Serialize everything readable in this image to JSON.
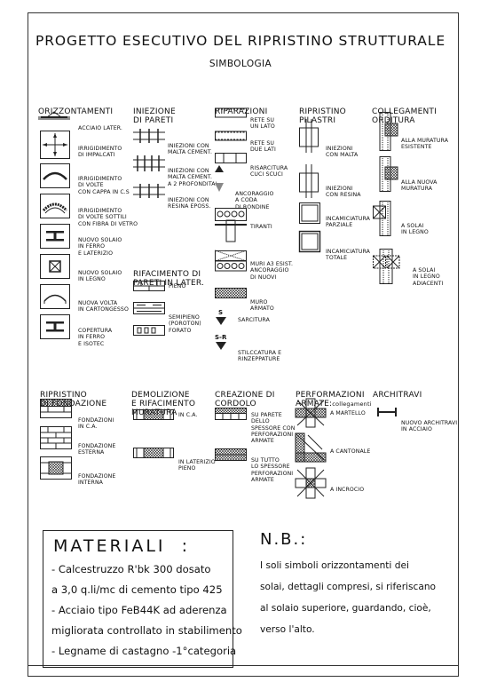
{
  "title": "PROGETTO ESECUTIVO DEL RIPRISTINO STRUTTURALE",
  "subtitle": "SIMBOLOGIA",
  "sections": {
    "orizzontamenti": {
      "head": [
        "ORIZZONTAMENTI"
      ],
      "items": [
        [
          "ACCIAIO LATER."
        ],
        [
          "IRRIGIDIMENTO",
          "DI IMPALCATI"
        ],
        [
          "IRRIGIDIMENTO",
          "DI VOLTE",
          "CON CAPPA IN C.S"
        ],
        [
          "IRRIGIDIMENTO",
          "DI VOLTE SOTTILI",
          "CON FIBRA DI VETRO"
        ],
        [
          "NUOVO SOLAIO",
          "IN FERRO",
          "E LATERIZIO"
        ],
        [
          "NUOVO SOLAIO",
          "IN LEGNO"
        ],
        [
          "NUOVA VOLTA",
          "IN CARTONGESSO"
        ],
        [
          "COPERTURA",
          "IN FERRO",
          "E ISOTEC"
        ]
      ]
    },
    "iniezione": {
      "head": [
        "INIEZIONE",
        "DI PARETI"
      ],
      "items": [
        [
          "INIEZIONI CON",
          "MALTA CEMENT."
        ],
        [
          "INIEZIONI CON",
          "MALTA CEMENT.",
          "A 2 PROFONDITA'"
        ],
        [
          "INIEZIONI CON",
          "RESINA EPOSS."
        ]
      ]
    },
    "rifacimento": {
      "head": [
        "RIFACIMENTO DI",
        "PARETI IN LATER."
      ],
      "items": [
        [
          "PIENO"
        ],
        [
          "SEMIPIENO",
          "(POROTON)"
        ],
        [
          "FORATO"
        ]
      ]
    },
    "riparazioni": {
      "head": [
        "RIPARAZIONI"
      ],
      "items": [
        [
          "RETE SU",
          "UN LATO"
        ],
        [
          "RETE SU",
          "DUE LATI"
        ],
        [
          "RISARCITURA",
          "CUCI SCUCI"
        ],
        [
          "ANCORAGGIO",
          "A CODA",
          "DI RONDINE"
        ],
        [
          "TIRANTI"
        ],
        [
          "MURI A3 ESIST.",
          "ANCORAGGIO",
          "DI NUOVI"
        ],
        [
          "MURO",
          "ARMATO"
        ],
        [
          "SARCITURA"
        ],
        [
          "STILCCATURA E",
          "RINZEPPATURE"
        ]
      ],
      "s_label": "S",
      "sr_label": "S-R"
    },
    "pilastri": {
      "head": [
        "RIPRISTINO",
        "PILASTRI"
      ],
      "items": [
        [
          "INIEZIONI",
          "CON MALTA"
        ],
        [
          "INIEZIONI",
          "CON RESINA"
        ],
        [
          "INCAMICIATURA",
          "PARZIALE"
        ],
        [
          "INCAMICIATURA",
          "TOTALE"
        ]
      ]
    },
    "collegamenti": {
      "head": [
        "COLLEGAMENTI",
        "ORDITURA"
      ],
      "items": [
        [
          "ALLA MURATURA",
          "ESISTENTE"
        ],
        [
          "ALLA NUOVA",
          "MURATURA"
        ],
        [
          "A SOLAI",
          "IN LEGNO"
        ],
        [
          "A SOLAI",
          "IN LEGNO",
          "ADIACENTI"
        ]
      ]
    },
    "fondazione": {
      "head": [
        "RIPRISTINO",
        "DI FONDAZIONE"
      ],
      "items": [
        [
          "FONDAZIONI",
          "IN C.A."
        ],
        [
          "FONDAZIONE",
          "ESTERNA"
        ],
        [
          "FONDAZIONE",
          "INTERNA"
        ]
      ]
    },
    "demolizione": {
      "head": [
        "DEMOLIZIONE",
        "E RIFACIMENTO",
        "MURATURA"
      ],
      "items": [
        [
          "IN C.A."
        ],
        [
          "IN LATERIZIO",
          "PIENO"
        ]
      ]
    },
    "cordolo": {
      "head": [
        "CREAZIONE DI",
        "CORDOLO"
      ],
      "items": [
        [
          "SU PARETE",
          "DELLO",
          "SPESSORE CON",
          "PERFORAZIONI",
          "ARMATE"
        ],
        [
          "SU TUTTO",
          "LO SPESSORE",
          "PERFORAZIONI",
          "ARMATE"
        ]
      ]
    },
    "performazioni": {
      "head": [
        "PERFORMAZIONI",
        "ARMATE:"
      ],
      "head_small": "collegamenti",
      "items": [
        [
          "A MARTELLO"
        ],
        [
          "A CANTONALE"
        ],
        [
          "A INCROCIO"
        ]
      ]
    },
    "architravi": {
      "head": [
        "ARCHITRAVI"
      ],
      "items": [
        [
          "NUOVO ARCHITRAVI",
          "IN ACCIAIO"
        ]
      ]
    }
  },
  "materiali": {
    "title": "MATERIALI  :",
    "lines": [
      "- Calcestruzzo R'bk 300 dosato",
      "a 3,0 q.li/mc di cemento tipo 425",
      "- Acciaio tipo FeB44K ad aderenza",
      "migliorata controllato in stabilimento",
      "- Legname di castagno -1°categoria"
    ]
  },
  "nb": {
    "title": "N.B.:",
    "lines": [
      "I soli simboli orizzontamenti dei",
      "solai, dettagli compresi, si riferiscano",
      "al solaio superiore, guardando, cioè,",
      "verso l'alto."
    ]
  }
}
